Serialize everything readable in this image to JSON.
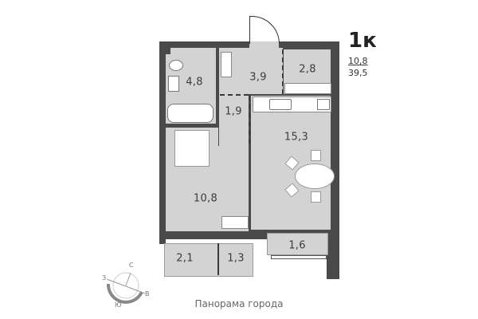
{
  "apartment": {
    "type_label": "1к",
    "living_area": "10,8",
    "total_area": "39,5"
  },
  "rooms": [
    {
      "id": "bathroom",
      "area": "4,8"
    },
    {
      "id": "entry-closet",
      "area": "3,9"
    },
    {
      "id": "storage",
      "area": "2,8"
    },
    {
      "id": "corridor",
      "area": "1,9"
    },
    {
      "id": "kitchen-living",
      "area": "15,3"
    },
    {
      "id": "bedroom",
      "area": "10,8"
    },
    {
      "id": "balcony-left",
      "area": "2,1"
    },
    {
      "id": "balcony-middle",
      "area": "1,3"
    },
    {
      "id": "balcony-right",
      "area": "1,6"
    }
  ],
  "footer": {
    "view_label": "Панорама города"
  },
  "compass": {
    "north": "С",
    "south": "Ю",
    "east": "В",
    "west": "З"
  },
  "colors": {
    "wall": "#4a4a4a",
    "floor": "#d3d3d3",
    "background": "#ffffff"
  }
}
